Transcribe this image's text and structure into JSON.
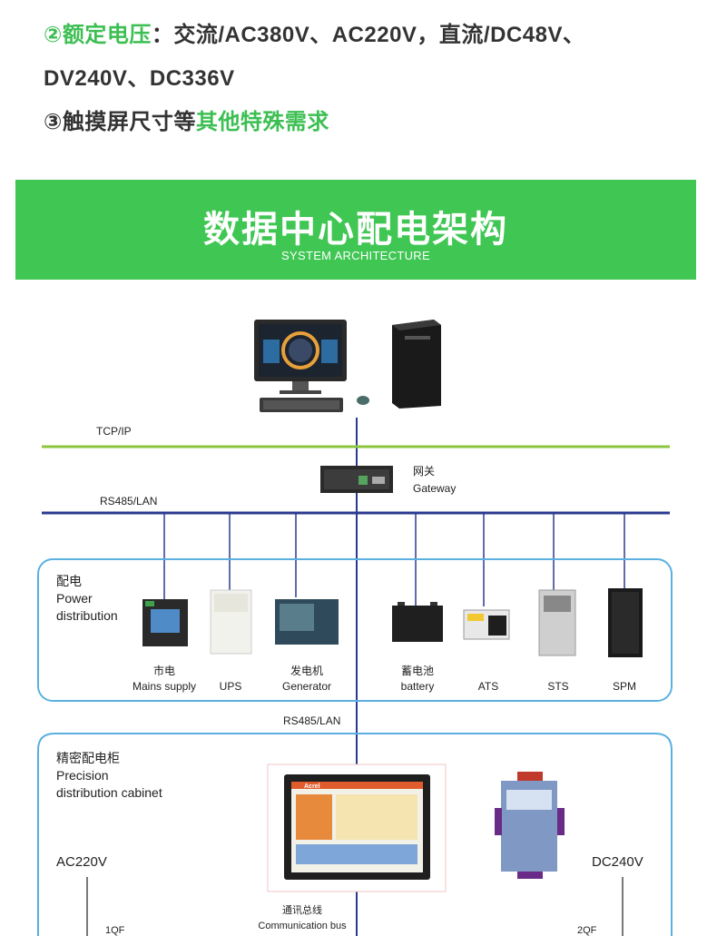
{
  "specs": {
    "line1_prefix": "②",
    "line1_highlight": "额定电压",
    "line1_rest": "：交流/AC380V、AC220V，直流/DC48V、",
    "line2": "DV240V、DC336V",
    "line3_prefix": "③触摸屏尺寸等",
    "line3_highlight": "其他特殊需求"
  },
  "banner": {
    "title": "数据中心配电架构",
    "subtitle": "SYSTEM ARCHITECTURE"
  },
  "diagram": {
    "tcp_label": "TCP/IP",
    "rs485_label": "RS485/LAN",
    "gateway_cn": "网关",
    "gateway_en": "Gateway",
    "power_group": {
      "cn": "配电",
      "en1": "Power",
      "en2": "distribution"
    },
    "devices": [
      {
        "cn": "市电",
        "en": "Mains supply"
      },
      {
        "cn": "",
        "en": "UPS"
      },
      {
        "cn": "发电机",
        "en": "Generator"
      },
      {
        "cn": "蓄电池",
        "en": "battery"
      },
      {
        "cn": "",
        "en": "ATS"
      },
      {
        "cn": "",
        "en": "STS"
      },
      {
        "cn": "",
        "en": "SPM"
      }
    ],
    "rs485_mid_label": "RS485/LAN",
    "cabinet_group": {
      "cn": "精密配电柜",
      "en1": "Precision",
      "en2": "distribution cabinet"
    },
    "ac_label": "AC220V",
    "dc_label": "DC240V",
    "bus_cn": "通讯总线",
    "bus_en": "Communication bus",
    "qf1": "1QF",
    "qf2": "2QF",
    "screen_brand": "Acrel",
    "colors": {
      "green_line": "#8cc63f",
      "blue_line": "#2b3a8f",
      "box_border": "#5ab0e0",
      "banner": "#3fc653"
    }
  }
}
